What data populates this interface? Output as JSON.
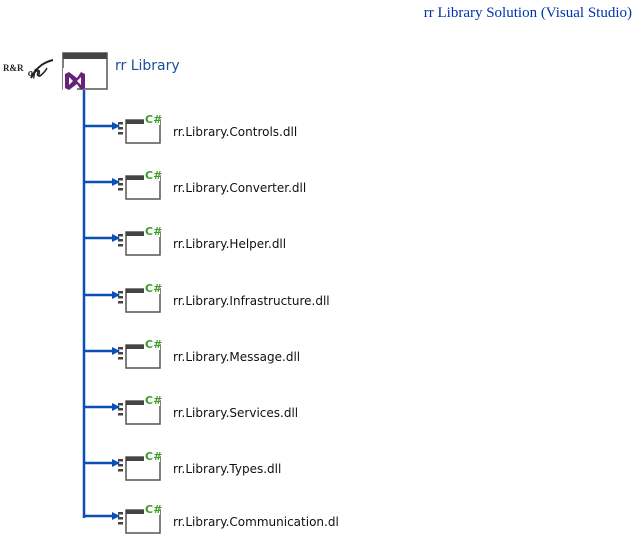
{
  "title": "rr Library Solution (Visual Studio)",
  "logo": {
    "brand_text": "R&R",
    "soft_text": "oft"
  },
  "solution": {
    "name": "rr Library",
    "icon": "visual-studio-solution-icon"
  },
  "projects": [
    {
      "name": "rr.Library.Controls.dll",
      "icon": "csharp-project-icon"
    },
    {
      "name": "rr.Library.Converter.dll",
      "icon": "csharp-project-icon"
    },
    {
      "name": "rr.Library.Helper.dll",
      "icon": "csharp-project-icon"
    },
    {
      "name": "rr.Library.Infrastructure.dll",
      "icon": "csharp-project-icon"
    },
    {
      "name": "rr.Library.Message.dll",
      "icon": "csharp-project-icon"
    },
    {
      "name": "rr.Library.Services.dll",
      "icon": "csharp-project-icon"
    },
    {
      "name": "rr.Library.Types.dll",
      "icon": "csharp-project-icon"
    },
    {
      "name": "rr.Library.Communication.dl",
      "icon": "csharp-project-icon"
    }
  ],
  "colors": {
    "title": "#0033aa",
    "connector": "#0a4fb5",
    "vs_purple": "#68217a",
    "csharp_green": "#3f9a2a"
  }
}
